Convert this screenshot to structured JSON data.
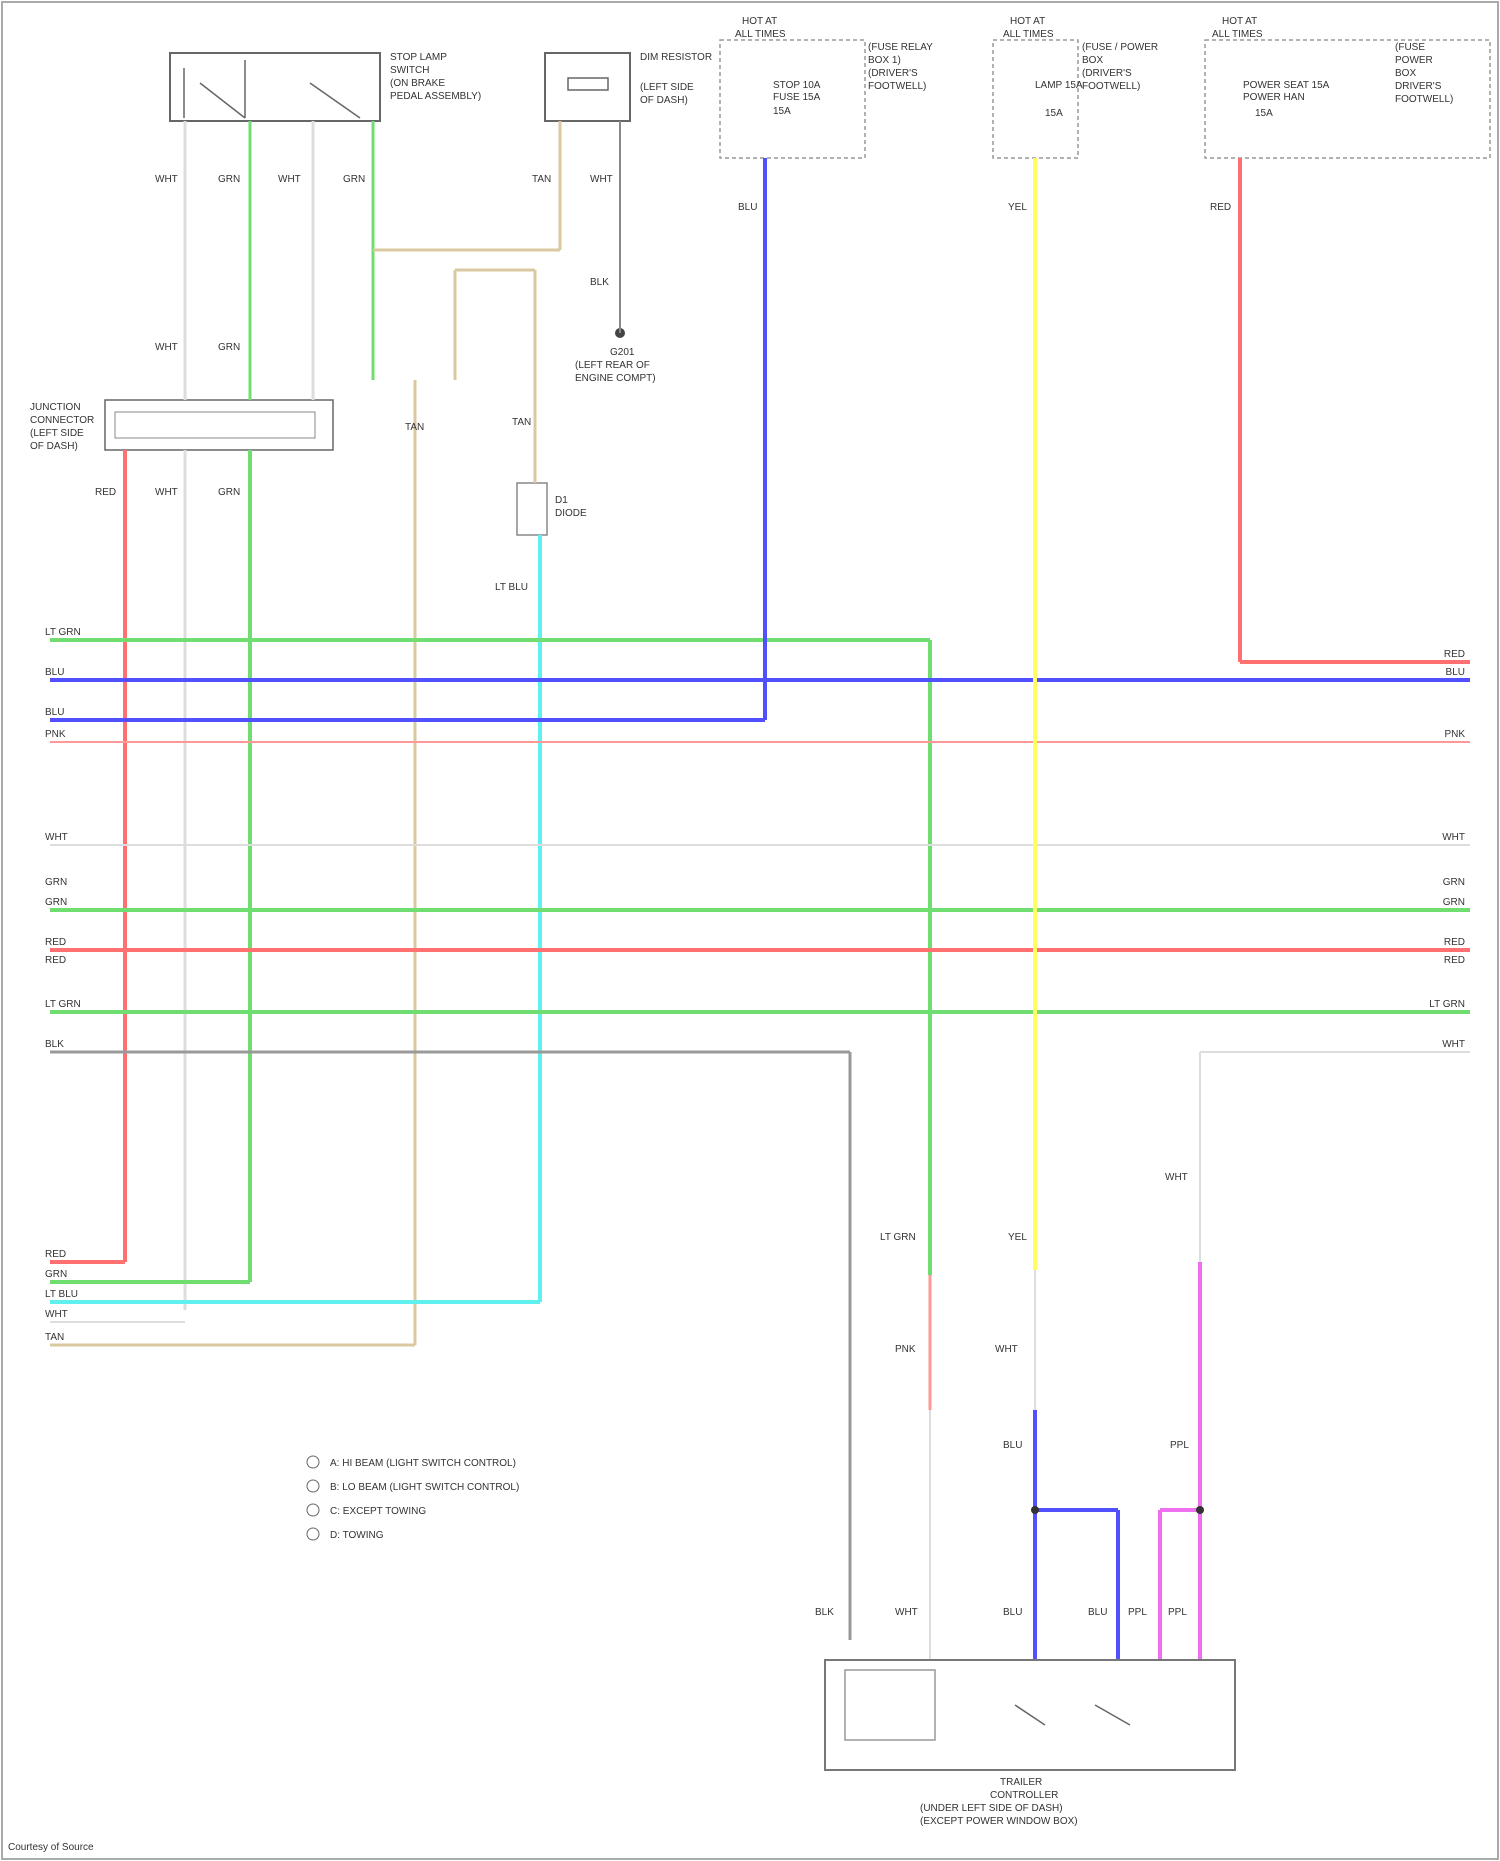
{
  "diagram": {
    "components": {
      "stop_lamp_switch": [
        "STOP LAMP",
        "SWITCH",
        "(ON BRAKE",
        "PEDAL ASSEMBLY)"
      ],
      "dim_resistor": [
        "DIM RESISTOR",
        "(LEFT SIDE",
        "OF DASH)"
      ],
      "hot_at_all_times_1": [
        "HOT AT",
        "ALL TIMES"
      ],
      "hot_at_all_times_2": [
        "HOT AT",
        "ALL TIMES"
      ],
      "hot_at_all_times_3": [
        "HOT AT",
        "ALL TIMES"
      ],
      "fuse_block_1": [
        "STOP 10A",
        "FUSE 15A",
        "15A"
      ],
      "fuse_block_1_desc": [
        "(FUSE RELAY",
        "BOX 1)",
        "(DRIVER'S",
        "FOOTWELL)"
      ],
      "fuse_block_2": [
        "LAMP 15A",
        "15A"
      ],
      "fuse_block_2_desc": [
        "(FUSE / POWER",
        "BOX",
        "(DRIVER'S",
        "FOOTWELL)"
      ],
      "fuse_block_3": [
        "POWER SEAT 15A",
        "POWER HAN",
        "15A"
      ],
      "fuse_block_3_desc": [
        "(FUSE",
        "POWER",
        "BOX",
        "DRIVER'S",
        "FOOTWELL)"
      ],
      "junction_connector": [
        "JUNCTION",
        "CONNECTOR",
        "(LEFT SIDE",
        "OF DASH)"
      ],
      "ground_point": [
        "G201",
        "(LEFT REAR OF",
        "ENGINE COMPT)"
      ],
      "diode": [
        "D1",
        "DIODE"
      ],
      "trailer_controller": [
        "TRAILER",
        "CONTROLLER",
        "(UNDER LEFT SIDE OF DASH)",
        "(EXCEPT POWER WINDOW BOX)"
      ]
    },
    "wire_labels": {
      "left_bus": [
        "LT GRN",
        "BLU",
        "BLU",
        "PNK",
        "WHT",
        "GRN",
        "GRN",
        "RED",
        "RED",
        "LT GRN",
        "BLK",
        "RED",
        "GRN",
        "LT BLU",
        "WHT",
        "TAN"
      ],
      "right_bus": [
        "RED",
        "BLU",
        "PNK",
        "WHT",
        "GRN",
        "GRN",
        "RED",
        "RED",
        "LT GRN",
        "WHT"
      ],
      "verticals": [
        "WHT",
        "GRN",
        "WHT",
        "GRN",
        "TAN",
        "WHT",
        "BLK",
        "BLU",
        "YEL",
        "RED",
        "RED",
        "WHT",
        "GRN",
        "GRN",
        "TAN",
        "TAN",
        "WHT",
        "LT BLU",
        "PNK",
        "WHT",
        "BLU",
        "PPL",
        "BLK",
        "WHT",
        "BLU",
        "BLU",
        "PPL",
        "PPL",
        "LT GRN",
        "YEL",
        "WHT"
      ]
    },
    "legend": [
      "A: HI BEAM (LIGHT SWITCH CONTROL)",
      "B: LO BEAM (LIGHT SWITCH CONTROL)",
      "C: EXCEPT TOWING",
      "D: TOWING"
    ],
    "footer": "Courtesy of Source",
    "colors": {
      "red": "#ff7070",
      "green": "#70dd70",
      "blue": "#5050ff",
      "yellow": "#ffff60",
      "cyan": "#60f0f0",
      "pink": "#ff9999",
      "tan": "#d9c8a0",
      "violet": "#ee70ee",
      "gray": "#999999",
      "white_wire": "#dddddd"
    }
  }
}
